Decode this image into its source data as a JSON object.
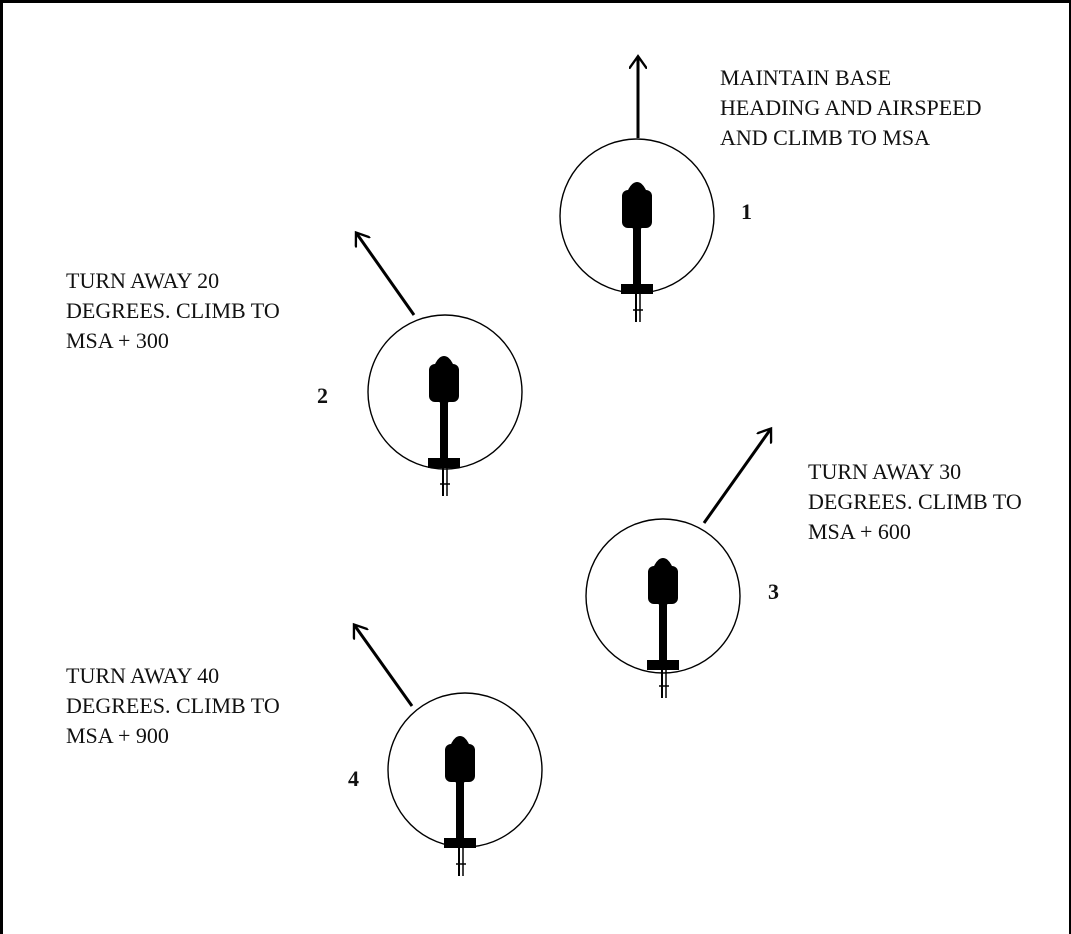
{
  "formations": [
    {
      "number": "1",
      "instruction": "MAINTAIN BASE\nHEADING AND AIRSPEED\nAND CLIMB TO MSA"
    },
    {
      "number": "2",
      "instruction": "TURN AWAY  20\nDEGREES.  CLIMB TO\nMSA  +  300"
    },
    {
      "number": "3",
      "instruction": "TURN AWAY  30\nDEGREES.  CLIMB TO\nMSA  +  600"
    },
    {
      "number": "4",
      "instruction": "TURN AWAY  40\nDEGREES.  CLIMB TO\nMSA  +  900"
    }
  ],
  "icons": [
    "helicopter-icon",
    "heading-arrow-icon"
  ],
  "colors": {
    "ink": "#000000",
    "background": "#ffffff"
  }
}
